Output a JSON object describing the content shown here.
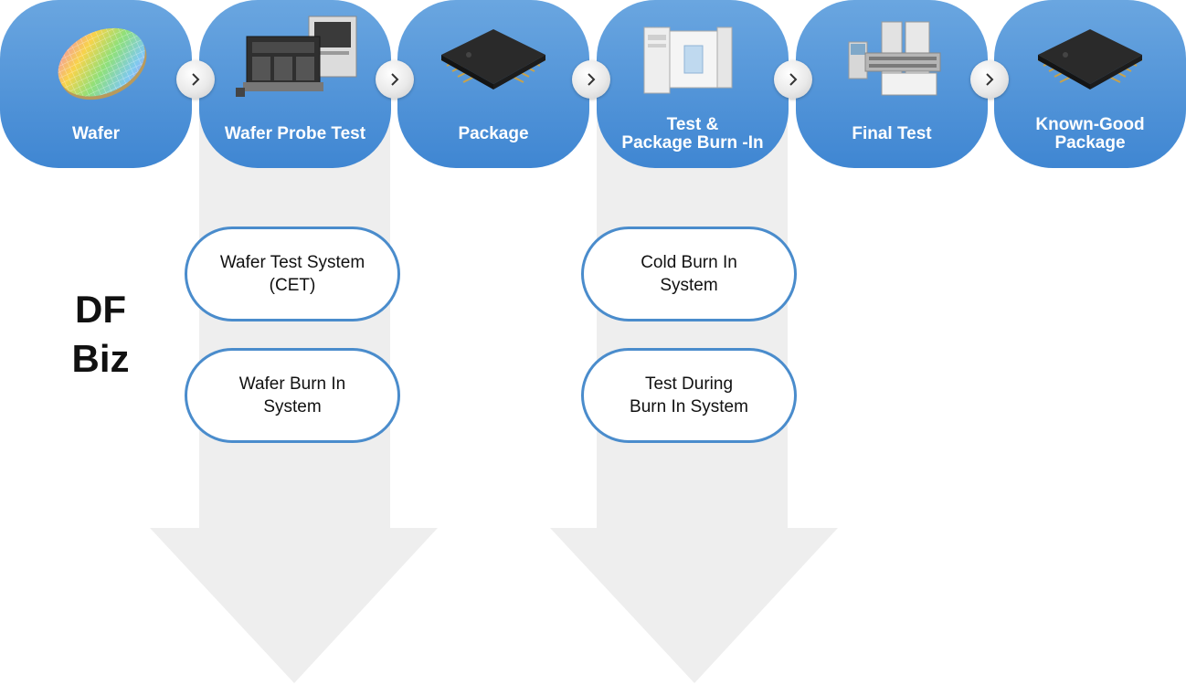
{
  "process_steps": [
    {
      "label": "Wafer",
      "icon": "wafer-image"
    },
    {
      "label": "Wafer Probe Test",
      "icon": "wafer-prober-machine-image"
    },
    {
      "label": "Package",
      "icon": "chip-package-image"
    },
    {
      "label": "Test &\nPackage Burn -In",
      "icon": "burn-in-chamber-image"
    },
    {
      "label": "Final Test",
      "icon": "test-handler-machine-image"
    },
    {
      "label": "Known-Good\nPackage",
      "icon": "chip-package-image"
    }
  ],
  "connector_icon": "chevron-right-icon",
  "biz_label": "DF\nBiz",
  "systems": {
    "wafer_probe": [
      "Wafer Test System\n(CET)",
      "Wafer Burn In\nSystem"
    ],
    "package_burn_in": [
      "Cold Burn In\nSystem",
      "Test During\nBurn In System"
    ]
  },
  "colors": {
    "step_fill": "#4a8fd6",
    "pill_border": "#4a8ccc",
    "flow_arrow": "#eeeeee"
  }
}
